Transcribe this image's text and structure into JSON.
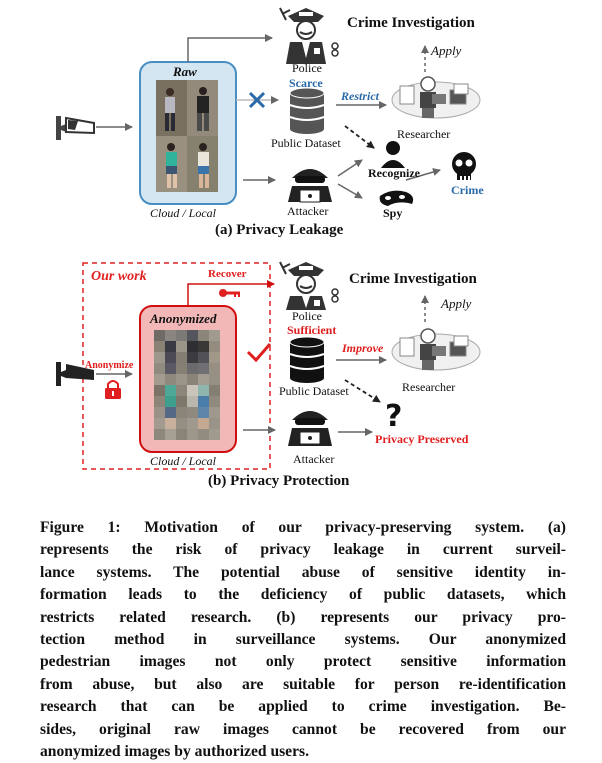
{
  "colors": {
    "blue_label": "#2a6aa8",
    "red_label": "#e02020",
    "raw_box_fill": "#d4e6f2",
    "raw_box_border": "#4a8dc0",
    "anon_box_fill": "#f2b8b8",
    "anon_box_border": "#d01010",
    "arrow_gray": "#666666"
  },
  "panel_a": {
    "crime_investigation": "Crime Investigation",
    "apply": "Apply",
    "police": "Police",
    "raw": "Raw",
    "scarce": "Scarce",
    "restrict": "Restrict",
    "researcher": "Researcher",
    "public_dataset": "Public Dataset",
    "recognize": "Recognize",
    "crime": "Crime",
    "cloud_local": "Cloud / Local",
    "attacker": "Attacker",
    "spy": "Spy",
    "title": "(a) Privacy Leakage"
  },
  "panel_b": {
    "our_work": "Our work",
    "recover": "Recover",
    "crime_investigation": "Crime Investigation",
    "apply": "Apply",
    "police": "Police",
    "anonymized": "Anonymized",
    "sufficient": "Sufficient",
    "improve": "Improve",
    "anonymize": "Anonymize",
    "public_dataset": "Public Dataset",
    "researcher": "Researcher",
    "privacy_preserved": "Privacy Preserved",
    "cloud_local": "Cloud / Local",
    "attacker": "Attacker",
    "title": "(b) Privacy Protection"
  },
  "caption_lines": [
    "Figure 1: Motivation of our privacy-preserving system. (a)",
    "represents the risk of privacy leakage in current surveil-",
    "lance systems. The potential abuse of sensitive identity in-",
    "formation leads to the deficiency of public datasets, which",
    "restricts related research. (b) represents our privacy pro-",
    "tection method in surveillance systems. Our anonymized",
    "pedestrian images not only protect sensitive information",
    "from abuse, but also are suitable for person re-identification",
    "research that can be applied to crime investigation. Be-",
    "sides, original raw images cannot be recovered from our",
    "anonymized images by authorized users."
  ]
}
